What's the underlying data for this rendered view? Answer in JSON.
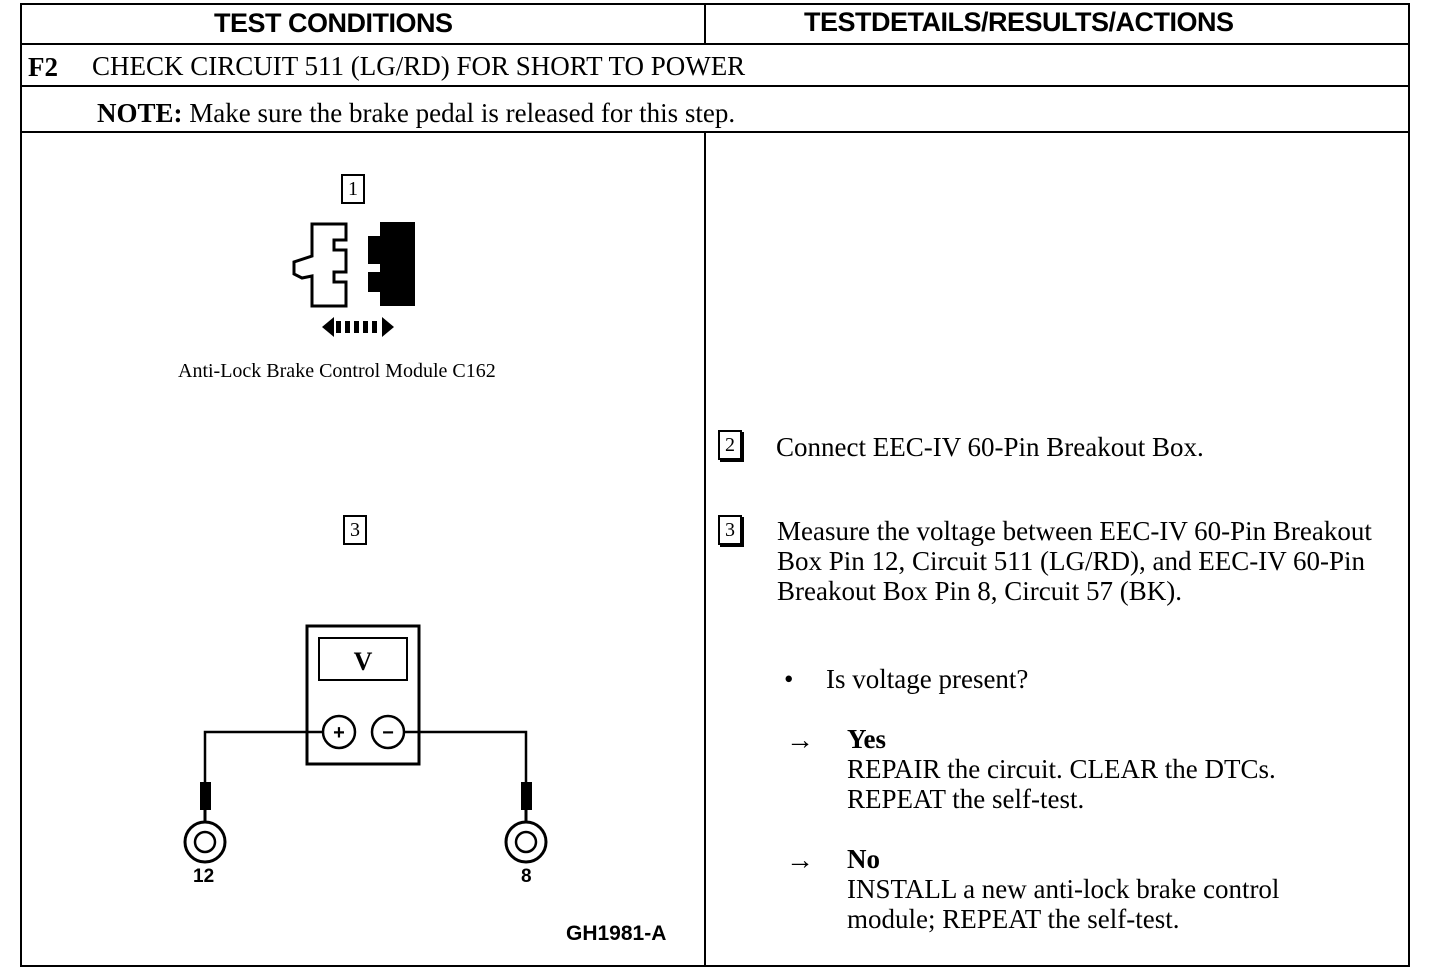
{
  "header": {
    "left_title": "TEST CONDITIONS",
    "right_title": "TESTDETAILS/RESULTS/ACTIONS"
  },
  "section": {
    "id": "F2",
    "title": "CHECK CIRCUIT 511 (LG/RD) FOR SHORT TO POWER"
  },
  "note": {
    "label": "NOTE:",
    "text": "Make sure the brake pedal is released for this step."
  },
  "figure": {
    "step1_number": "1",
    "connector_caption": "Anti-Lock Brake Control Module C162",
    "step3_number": "3",
    "meter_symbol": "V",
    "meter_plus": "+",
    "meter_minus": "−",
    "pin_left": "12",
    "pin_right": "8",
    "figure_id": "GH1981-A",
    "icons": [
      "connector-icon",
      "double-arrow-icon",
      "voltmeter-icon",
      "test-probe-icon"
    ]
  },
  "steps": {
    "step2_number": "2",
    "step2_text": "Connect EEC-IV 60-Pin Breakout Box.",
    "step3_number": "3",
    "step3_text": "Measure the voltage between EEC-IV 60-Pin Breakout Box Pin 12, Circuit 511 (LG/RD), and EEC-IV 60-Pin Breakout Box Pin 8, Circuit 57 (BK).",
    "bullet": "•",
    "question": "Is voltage present?",
    "arrow": "→",
    "yes_label": "Yes",
    "yes_text": "REPAIR the circuit. CLEAR the DTCs. REPEAT the self-test.",
    "no_label": "No",
    "no_text": "INSTALL a new anti-lock brake control module; REPEAT the self-test."
  }
}
